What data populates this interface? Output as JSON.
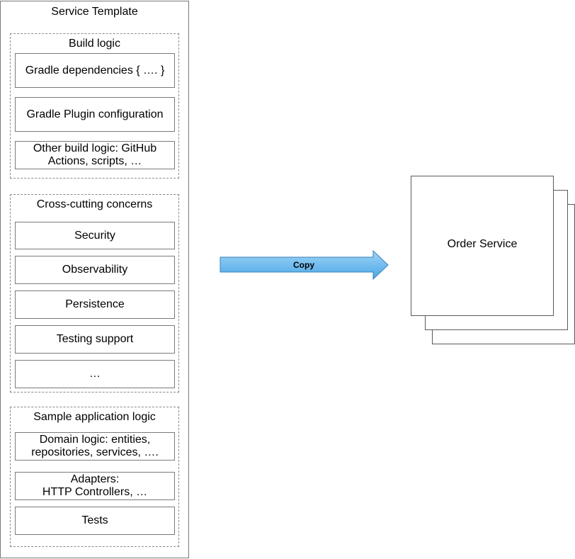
{
  "template": {
    "title": "Service Template",
    "build": {
      "title": "Build logic",
      "items": [
        "Gradle dependencies { …. }",
        "Gradle  Plugin configuration",
        "Other build logic: GitHub\nActions, scripts, …"
      ]
    },
    "cross": {
      "title": "Cross-cutting concerns",
      "items": [
        "Security",
        "Observability",
        "Persistence",
        "Testing support",
        "…"
      ]
    },
    "sample": {
      "title": "Sample application logic",
      "items": [
        "Domain logic: entities,\nrepositories,  services, ….",
        "Adapters:\nHTTP Controllers, …",
        "Tests"
      ]
    }
  },
  "arrow": {
    "label": "Copy",
    "color": "#66b8ee"
  },
  "order_service": {
    "label": "Order Service"
  }
}
